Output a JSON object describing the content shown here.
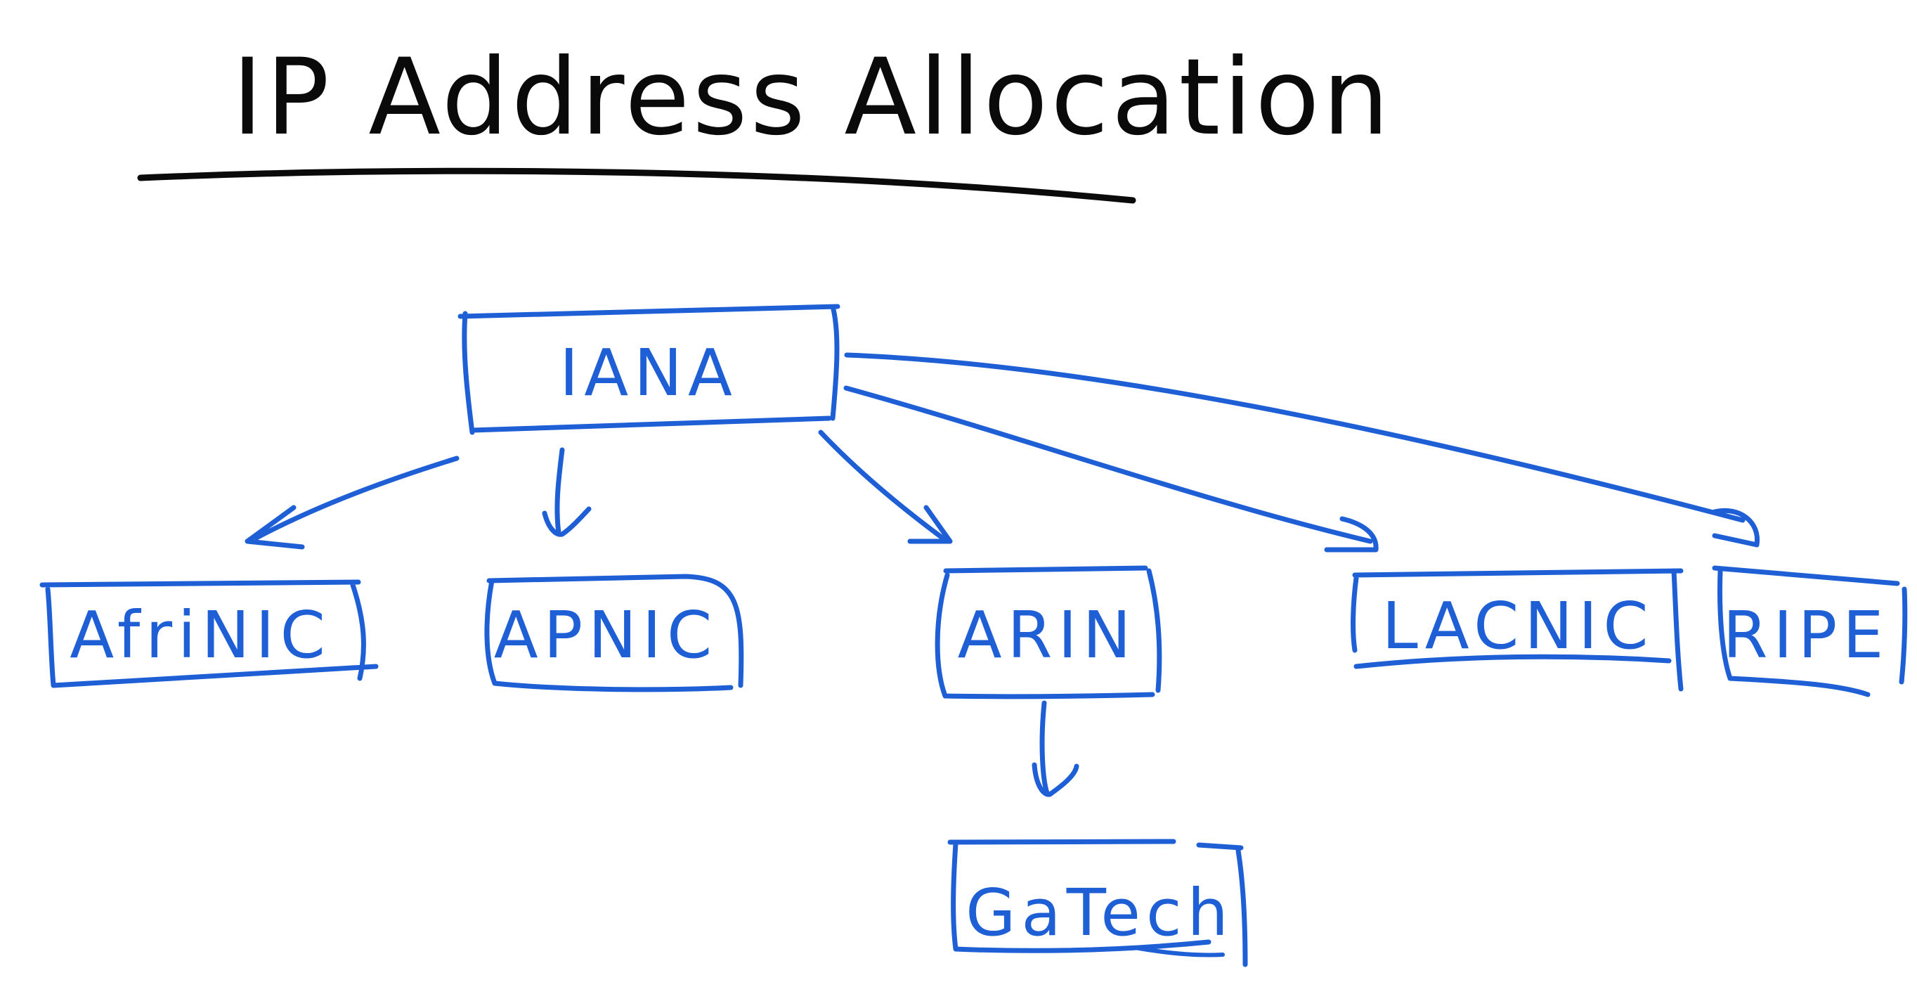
{
  "title": "IP Address Allocation",
  "colors": {
    "ink": "#0a0a0a",
    "pen": "#1f5fd6",
    "background": "#ffffff"
  },
  "nodes": {
    "root": "IANA",
    "rirs": [
      "AfriNIC",
      "APNIC",
      "ARIN",
      "LACNIC",
      "RIPE"
    ],
    "member": "GaTech"
  },
  "edges": [
    {
      "from": "IANA",
      "to": "AfriNIC"
    },
    {
      "from": "IANA",
      "to": "APNIC"
    },
    {
      "from": "IANA",
      "to": "ARIN"
    },
    {
      "from": "IANA",
      "to": "LACNIC"
    },
    {
      "from": "IANA",
      "to": "RIPE"
    },
    {
      "from": "ARIN",
      "to": "GaTech"
    }
  ]
}
